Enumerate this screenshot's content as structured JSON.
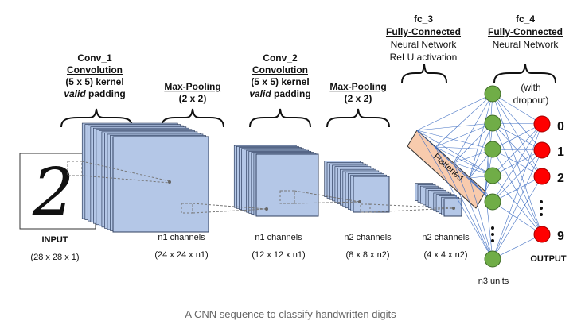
{
  "caption": "A CNN sequence to classify handwritten digits",
  "input": {
    "glyph": "2",
    "label": "INPUT",
    "dims": "(28 x 28 x 1)"
  },
  "conv1": {
    "title": "Conv_1",
    "type": "Convolution",
    "kernel": "(5 x 5) kernel",
    "pad_word": "valid",
    "pad_rest": " padding"
  },
  "pool1": {
    "title": "Max-Pooling",
    "size": "(2 x 2)"
  },
  "conv2": {
    "title": "Conv_2",
    "type": "Convolution",
    "kernel": "(5 x 5) kernel",
    "pad_word": "valid",
    "pad_rest": " padding"
  },
  "pool2": {
    "title": "Max-Pooling",
    "size": "(2 x 2)"
  },
  "fc3": {
    "title": "fc_3",
    "type": "Fully-Connected",
    "line1": "Neural Network",
    "line2": "ReLU activation"
  },
  "fc4": {
    "title": "fc_4",
    "type": "Fully-Connected",
    "line1": "Neural Network"
  },
  "dropout": {
    "line1": "(with",
    "line2": "dropout)"
  },
  "flattened_label": "Flattened",
  "stacks": [
    {
      "channels": "n1 channels",
      "dims": "(24 x 24 x n1)"
    },
    {
      "channels": "n1 channels",
      "dims": "(12 x 12 x n1)"
    },
    {
      "channels": "n2 channels",
      "dims": "(8 x 8 x n2)"
    },
    {
      "channels": "n2 channels",
      "dims": "(4 x 4 x n2)"
    }
  ],
  "hidden_units_label": "n3 units",
  "outputs": [
    "0",
    "1",
    "2",
    "9"
  ],
  "output_label": "OUTPUT",
  "colors": {
    "feature_map": "#b4c7e7",
    "feature_map_stroke": "#2f3f5f",
    "hidden_node": "#70ad47",
    "output_node": "#ff0000",
    "connection": "#4472c4",
    "flatten_fill": "#f8cbad"
  }
}
